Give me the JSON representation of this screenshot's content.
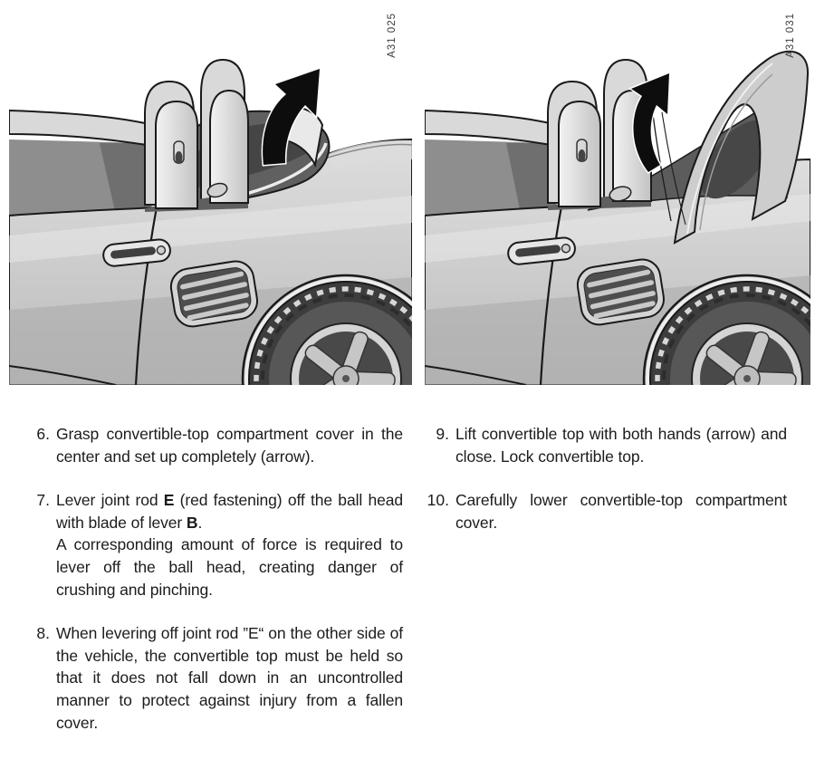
{
  "page": {
    "background": "#ffffff",
    "text_color": "#1c1c1c"
  },
  "colors": {
    "arrow": "#0d0d0d",
    "ink": "#1a1a1a",
    "body_light": "#d2d2d2",
    "body_shade": "#a9a9a9",
    "interior_dark": "#5d5d5d"
  },
  "figures": [
    {
      "label": "A31 025",
      "illustration": "roadster-rear-with-compartment-cover-raised",
      "arrow_icon": "curved-up-arrow"
    },
    {
      "label": "A31 031",
      "illustration": "roadster-rear-with-convertible-top-lifted",
      "arrow_icon": "curved-up-arrow"
    }
  ],
  "instructions": {
    "left": [
      {
        "number": "6.",
        "segments": [
          {
            "text": "Grasp convertible-top compartment cover in the center and set up completely (arrow)."
          }
        ]
      },
      {
        "number": "7.",
        "segments": [
          {
            "text": "Lever joint rod "
          },
          {
            "text": "E",
            "bold": true
          },
          {
            "text": " (red fastening) off the ball head with blade of lever "
          },
          {
            "text": "B",
            "bold": true
          },
          {
            "text": "."
          },
          {
            "text": "A corresponding amount of force is required to lever off the ball head, creating danger of crushing and pinching.",
            "newline": true
          }
        ]
      },
      {
        "number": "8.",
        "segments": [
          {
            "text": "When levering off joint rod ”E“ on the other side of the vehicle, the convertible top must be held so that it does not fall down in an uncontrolled manner to protect against injury from a fallen cover."
          }
        ]
      }
    ],
    "right": [
      {
        "number": "9.",
        "segments": [
          {
            "text": "Lift convertible top with both hands (arrow) and close. Lock convertible top."
          }
        ]
      },
      {
        "number": "10.",
        "segments": [
          {
            "text": "Carefully lower convertible-top compartment cover."
          }
        ]
      }
    ]
  }
}
